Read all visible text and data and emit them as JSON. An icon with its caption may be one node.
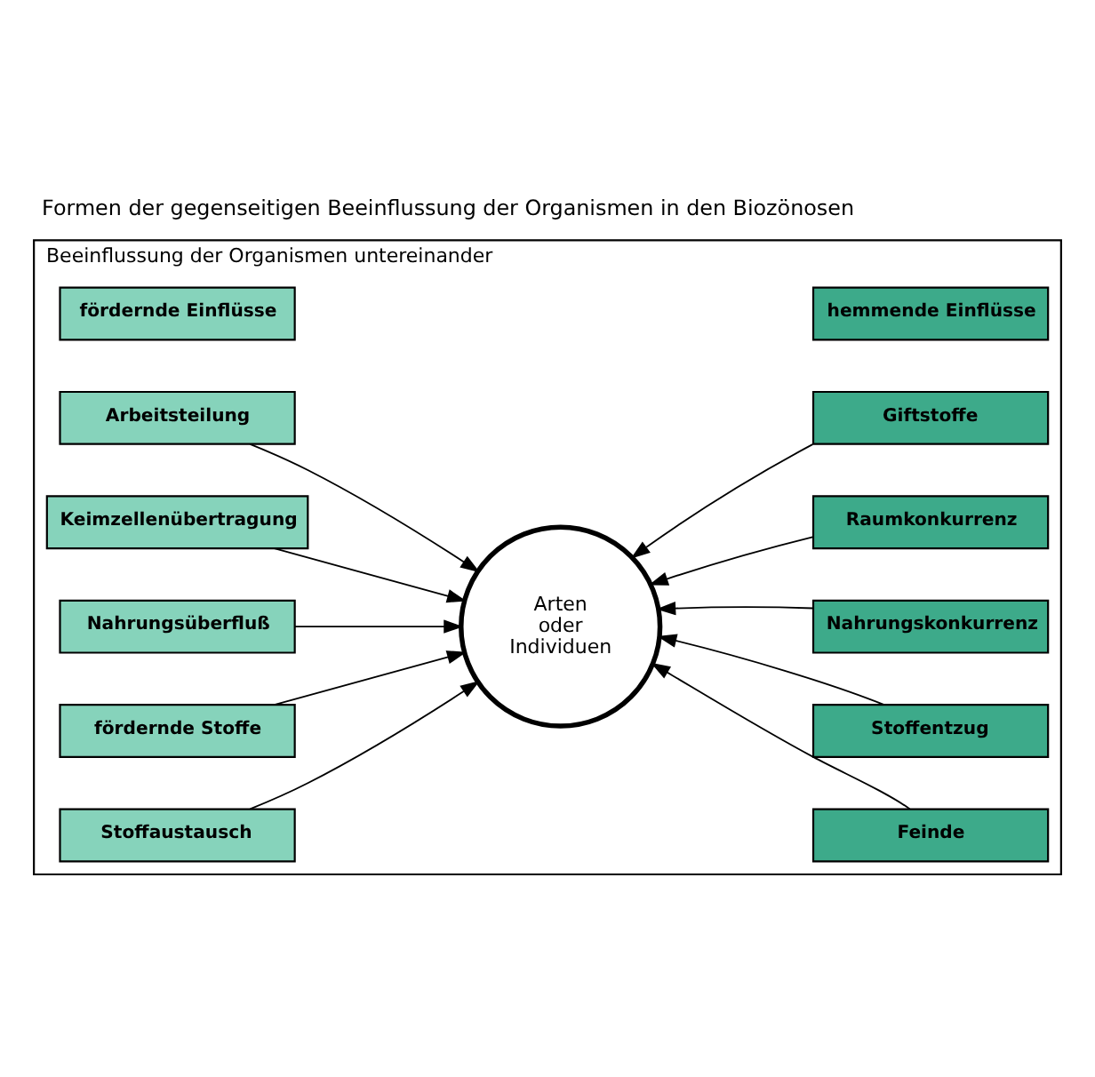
{
  "diagram": {
    "title": "Formen der gegenseitigen Beeinflussung der Organismen in den Biozönosen",
    "nodes": [
      {
        "text": [
          "Beeinflussung der Organismen untereinander"
        ]
      },
      {
        "text": [
          "fördernde Einflüsse"
        ],
        "in": 0
      },
      {
        "text": [
          "hemmende Einflüsse"
        ],
        "in": 0
      },
      {
        "text": [
          "Arbeitsteilung"
        ],
        "in": 0
      },
      {
        "text": [
          "Giftstoffe"
        ],
        "in": 0
      },
      {
        "text": [
          "Keimzellenübertragung"
        ],
        "in": 0
      },
      {
        "text": [
          "Raumkonkurrenz"
        ],
        "in": 0
      },
      {
        "text": [
          "Nahrungsüberfluß"
        ],
        "in": 0
      },
      {
        "text": [
          "Nahrungskonkurrenz"
        ],
        "in": 0
      },
      {
        "text": [
          "fördernde Stoffe"
        ],
        "in": 0
      },
      {
        "text": [
          "Stoffentzug"
        ],
        "in": 0
      },
      {
        "text": [
          "Stoffaustausch"
        ],
        "in": 0
      },
      {
        "text": [
          "Feinde"
        ],
        "in": 0
      },
      {
        "text": [
          "Arten oder Individuen"
        ],
        "in": 0
      }
    ],
    "edges": [
      {
        "from": 3,
        "to": 13,
        "arrow": "to"
      },
      {
        "from": 4,
        "to": 13,
        "arrow": "to"
      },
      {
        "from": 5,
        "to": 13,
        "arrow": "to"
      },
      {
        "from": 6,
        "to": 13,
        "arrow": "to"
      },
      {
        "from": 7,
        "to": 13,
        "arrow": "to"
      },
      {
        "from": 8,
        "to": 13,
        "arrow": "to"
      },
      {
        "from": 9,
        "to": 13,
        "arrow": "to"
      },
      {
        "from": 10,
        "to": 13,
        "arrow": "to"
      },
      {
        "from": 11,
        "to": 13,
        "arrow": "to"
      },
      {
        "from": 12,
        "to": 13,
        "arrow": "to"
      }
    ]
  }
}
